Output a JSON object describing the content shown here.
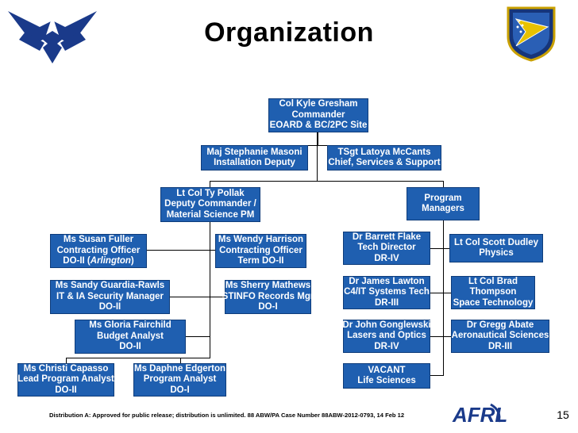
{
  "slide": {
    "title": "Organization",
    "footer": "Distribution A:  Approved for public release; distribution is unlimited.  88 ABW/PA Case Number 88ABW-2012-0793, 14 Feb 12",
    "page_number": "15",
    "logos": [
      "air-force-symbol",
      "afrl-logo",
      "air-force-research-laboratory-seal"
    ]
  },
  "org": {
    "commander": [
      "Col Kyle Gresham",
      "Commander",
      "EOARD & BC/2PC Site"
    ],
    "installation_deputy": [
      "Maj Stephanie Masoni",
      "Installation Deputy"
    ],
    "chief_services": [
      "TSgt Latoya McCants",
      "Chief, Services & Support"
    ],
    "deputy_commander": [
      "Lt Col Ty Pollak",
      "Deputy Commander /",
      "Material Science PM"
    ],
    "program_managers": [
      "Program",
      "Managers"
    ],
    "fuller": [
      "Ms Susan Fuller",
      "Contracting Officer",
      "DO-II (",
      "Arlington",
      ")"
    ],
    "harrison": [
      "Ms Wendy Harrison",
      "Contracting Officer",
      "Term DO-II"
    ],
    "guardia_rawls": [
      "Ms Sandy Guardia-Rawls",
      "IT & IA Security Manager",
      "DO-II"
    ],
    "mathews": [
      "Ms Sherry Mathews",
      "STINFO Records Mgr",
      "DO-I"
    ],
    "fairchild": [
      "Ms Gloria Fairchild",
      "Budget Analyst",
      "DO-II"
    ],
    "capasso": [
      "Ms Christi Capasso",
      "Lead Program Analyst",
      "DO-II"
    ],
    "edgerton": [
      "Ms Daphne Edgerton",
      "Program Analyst",
      "DO-I"
    ],
    "flake": [
      "Dr Barrett Flake",
      "Tech Director",
      "DR-IV"
    ],
    "dudley": [
      "Lt Col Scott Dudley",
      "Physics"
    ],
    "lawton": [
      "Dr James Lawton",
      "C4/IT Systems Tech",
      "DR-III"
    ],
    "thompson": [
      "Lt Col Brad",
      "Thompson",
      "Space Technology"
    ],
    "gonglewski": [
      "Dr John Gonglewski",
      "Lasers and Optics",
      "DR-IV"
    ],
    "abate": [
      "Dr Gregg Abate",
      "Aeronautical Sciences",
      "DR-III"
    ],
    "vacant": [
      "VACANT",
      "Life Sciences"
    ]
  }
}
